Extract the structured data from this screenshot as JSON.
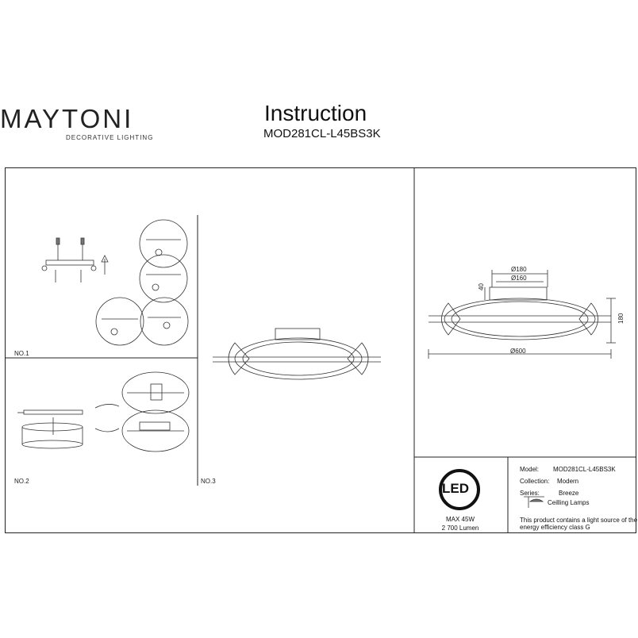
{
  "header": {
    "brand": "MAYTONI",
    "brand_tagline": "DECORATIVE LIGHTING",
    "title": "Instruction",
    "model_code": "MOD281CL-L45BS3K"
  },
  "steps": {
    "step1_label": "NO.1",
    "step2_label": "NO.2",
    "step3_label": "NO.3"
  },
  "dimensions": {
    "d180": "Ø180",
    "d160": "Ø160",
    "h40": "40",
    "h180": "180",
    "d600": "Ø600"
  },
  "spec": {
    "led_badge": "LED",
    "max_power": "MAX 45W",
    "lumen": "2 700 Lumen"
  },
  "product_info": {
    "model_label": "Model:",
    "model_value": "MOD281CL-L45BS3K",
    "collection_label": "Collection:",
    "collection_value": "Modern",
    "series_label": "Series:",
    "series_value": "Breeze",
    "type_value": "Ceilling Lamps",
    "energy_note_line1": "This product contains a light source of the",
    "energy_note_line2": "energy efficiency class G"
  }
}
